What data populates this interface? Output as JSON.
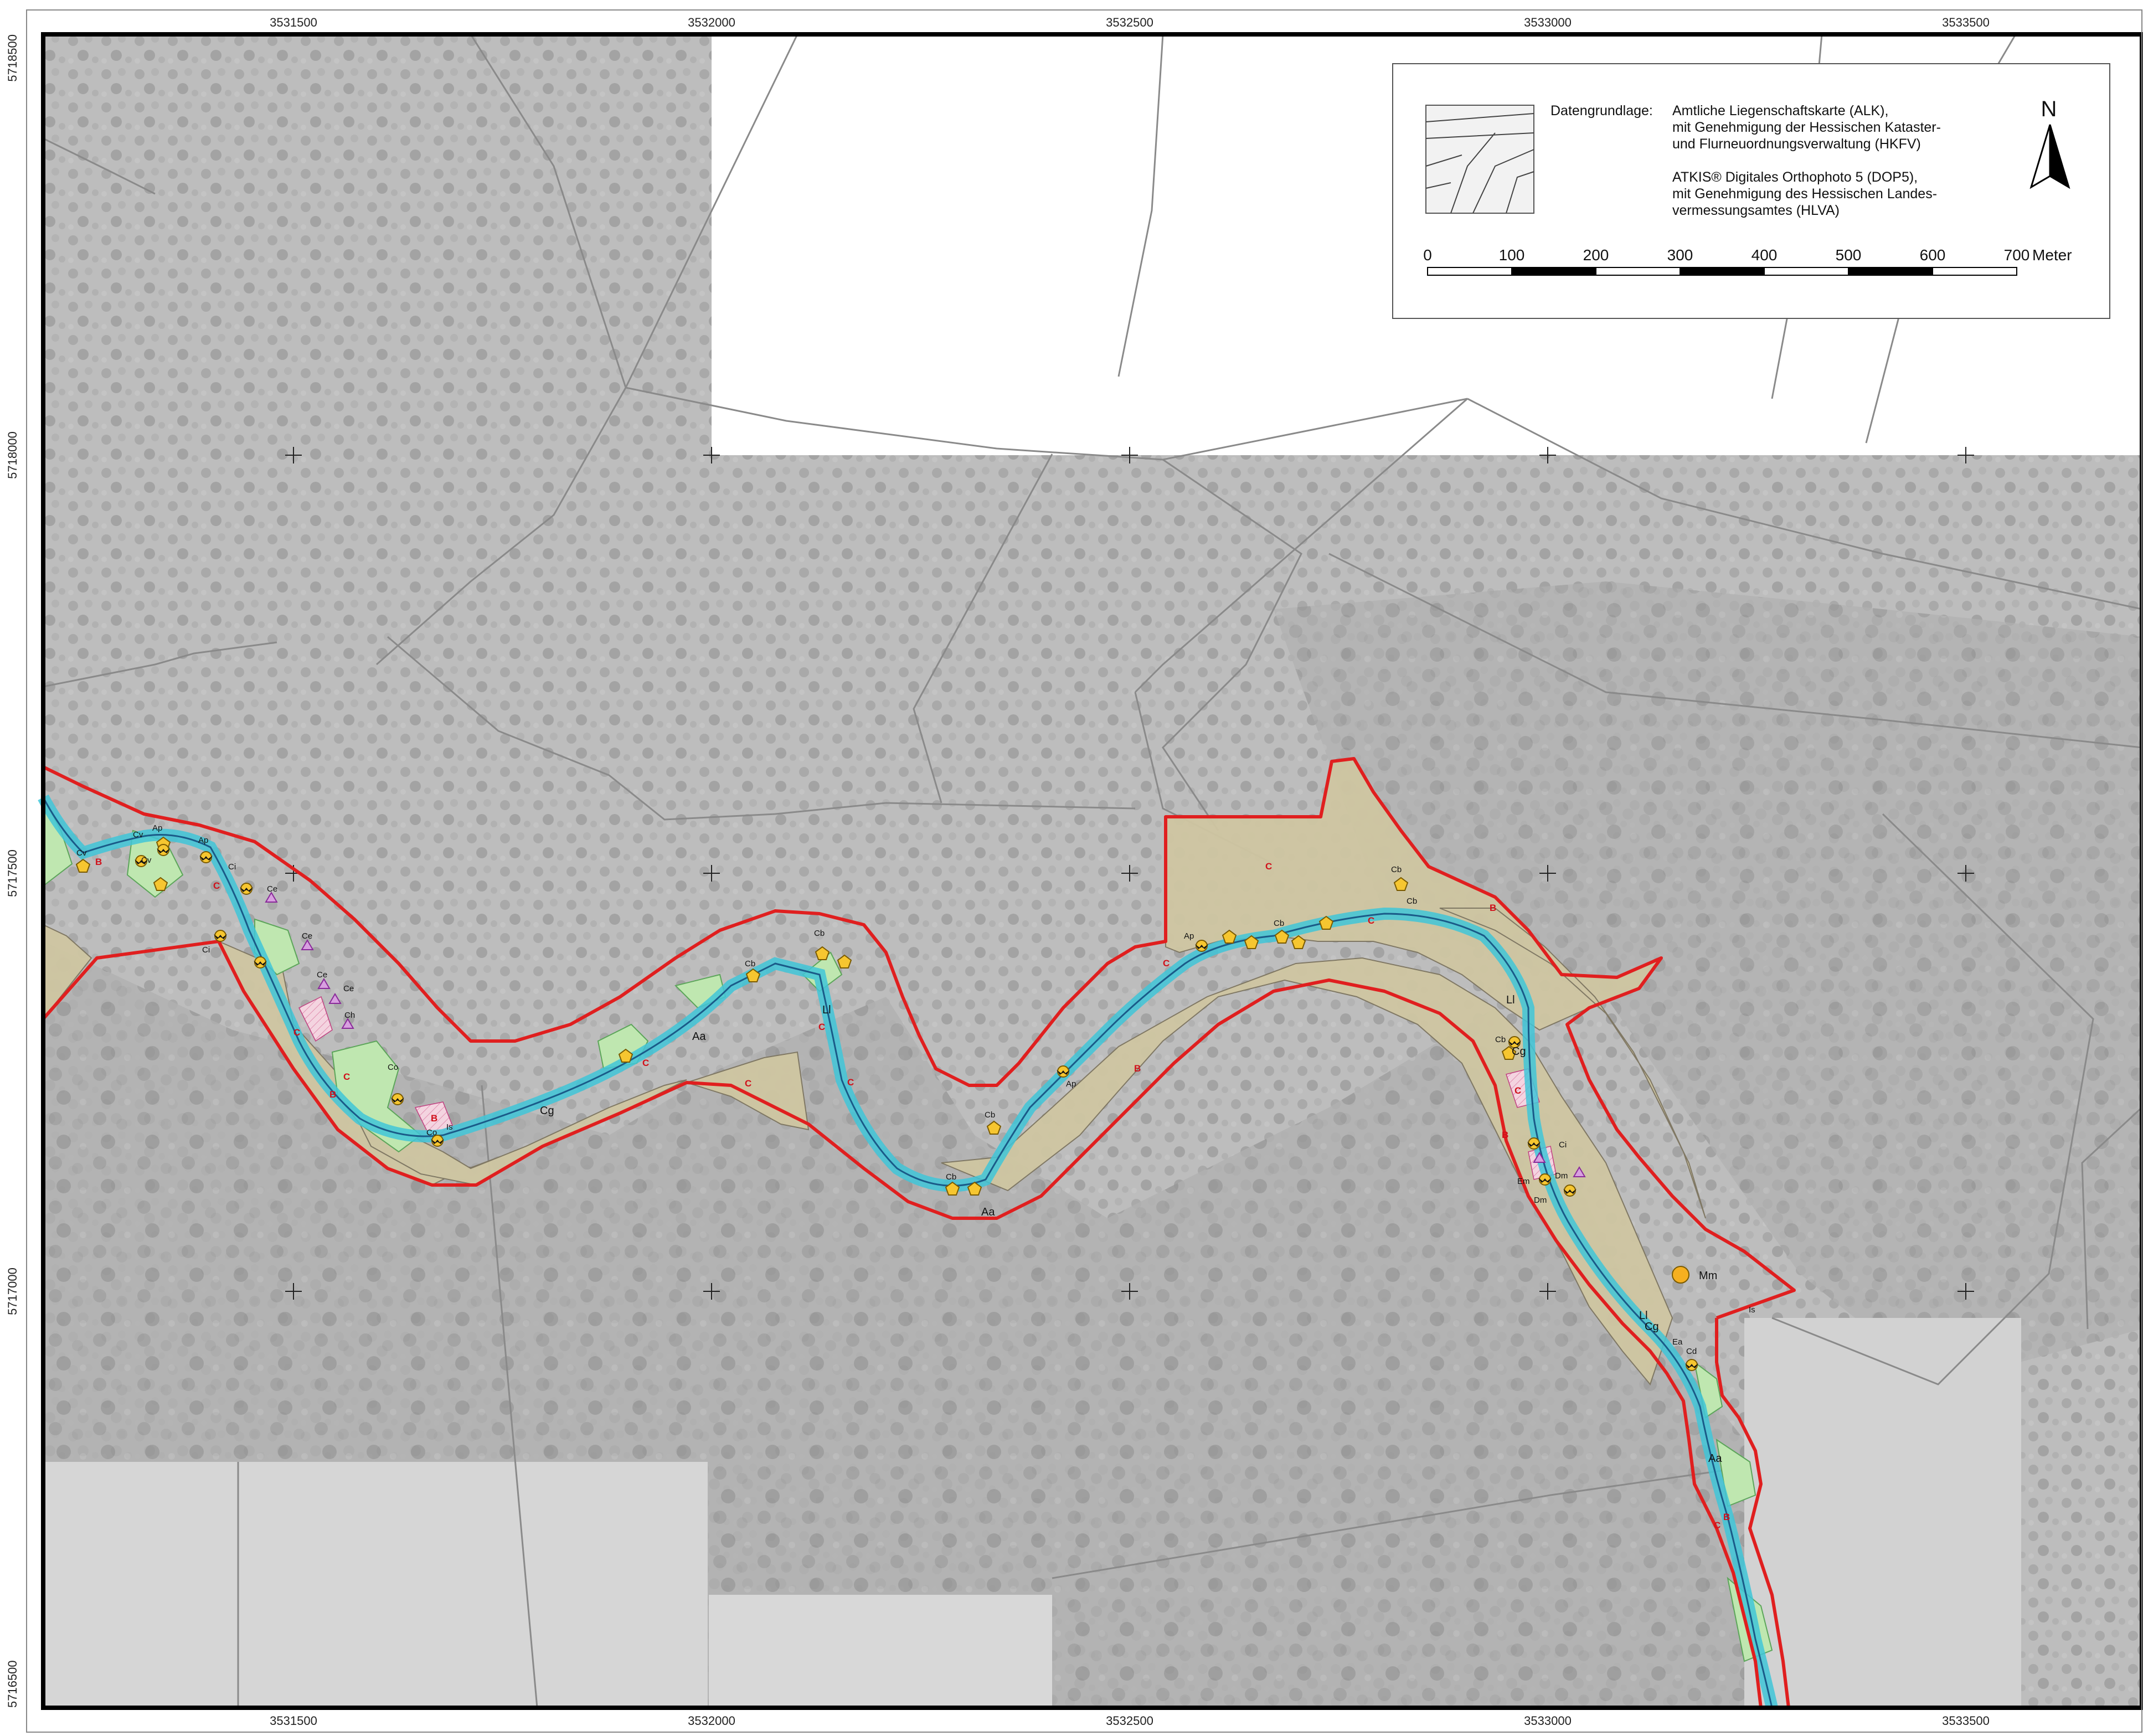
{
  "colors": {
    "ortho_bg": "#c9c9c9",
    "white_area": "#ffffff",
    "boundary_red": "#e01f1f",
    "zone_tan": "#cfc6a2",
    "stream_cyan": "#3fc6d8",
    "meadow_green": "#bfe7b0",
    "hatch_pink": "#f2c8d8",
    "marker_yellow": "#f6c630",
    "triangle_purple": "#b05ac0"
  },
  "axes": {
    "x_ticks": [
      "3531500",
      "3532000",
      "3532500",
      "3533000",
      "3533500"
    ],
    "y_ticks": [
      "5718500",
      "5718000",
      "5717500",
      "5717000",
      "5716500"
    ]
  },
  "legend": {
    "datengrundlage_label": "Datengrundlage:",
    "line1": "Amtliche Liegenschaftskarte (ALK),",
    "line2": "mit Genehmigung der Hessischen Kataster-",
    "line3": "und Flurneuordnungsverwaltung (HKFV)",
    "line4": "ATKIS® Digitales Orthophoto 5 (DOP5),",
    "line5": "mit Genehmigung des Hessischen Landes-",
    "line6": "vermessungsamtes (HLVA)",
    "north_letter": "N",
    "scale_labels": [
      "0",
      "100",
      "200",
      "300",
      "400",
      "500",
      "600",
      "700"
    ],
    "scale_unit": "Meter"
  },
  "zone_labels": {
    "c_tan_1": "C",
    "c_tan_2": "C",
    "b_zone_1": "B",
    "b_zone_2": "B",
    "b_zone_3": "B",
    "b_zone_4": "B"
  },
  "habitat_labels": {
    "aa_1": "Aa",
    "aa_2": "Aa",
    "aa_3": "Aa",
    "cg_1": "Cg",
    "cg_2": "Cg",
    "cg_3": "Cg",
    "ll_1": "Ll",
    "ll_2": "Ll",
    "ll_3": "Ll",
    "mm": "Mm",
    "is_1": "Is",
    "is_2": "Is",
    "cb_1": "Cb",
    "cb_2": "Cb",
    "cb_3": "Cb",
    "cb_4": "Cb",
    "cb_5": "Cb",
    "cb_6": "Cb",
    "cb_7": "Cb",
    "cb_8": "Cb",
    "ce_1": "Ce",
    "ce_2": "Ce",
    "ce_3": "Ce",
    "ce_4": "Ce",
    "ch": "Ch",
    "cv_1": "Cv",
    "cv_2": "Cv",
    "cv_3": "Cv",
    "ap_1": "Ap",
    "ap_2": "Ap",
    "ap_3": "Ap",
    "ap_4": "Ap",
    "ci_1": "Ci",
    "ci_2": "Ci",
    "ci_3": "Ci",
    "co_1": "Co",
    "co_2": "Co",
    "em": "Em",
    "dm_1": "Dm",
    "dm_2": "Dm",
    "ea": "Ea",
    "cd": "Cd",
    "red_c_1": "C",
    "red_c_2": "C",
    "red_c_3": "C",
    "red_c_4": "C",
    "red_c_5": "C",
    "red_c_6": "C",
    "red_c_7": "C",
    "red_c_8": "C",
    "red_c_9": "C",
    "red_c_10": "C",
    "red_b_1": "B",
    "red_b_2": "B",
    "red_b_3": "B"
  }
}
